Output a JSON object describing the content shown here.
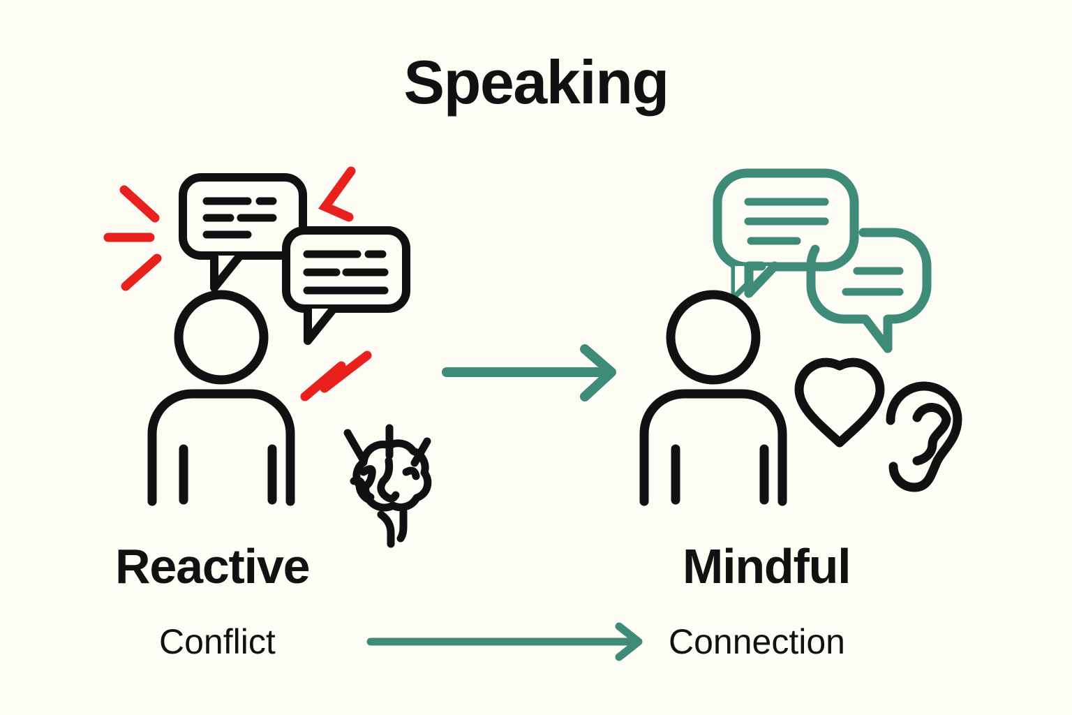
{
  "page": {
    "title": "Speaking",
    "background_color": "#fdfcf5",
    "ink_color": "#111111",
    "accent_red": "#e8211f",
    "accent_teal": "#3e8b78"
  },
  "left_panel": {
    "stage_label": "Reactive",
    "outcome_label": "Conflict",
    "icons": [
      "speech-bubble-icon",
      "speech-bubble-icon",
      "person-icon",
      "brain-icon",
      "anger-spark-icon"
    ]
  },
  "right_panel": {
    "stage_label": "Mindful",
    "outcome_label": "Connection",
    "icons": [
      "speech-bubble-icon",
      "speech-bubble-icon",
      "person-icon",
      "heart-icon",
      "ear-icon"
    ]
  },
  "transition": {
    "main_arrow": "arrow-right-icon",
    "outcome_arrow": "arrow-right-icon",
    "arrow_color": "#3e8b78"
  }
}
